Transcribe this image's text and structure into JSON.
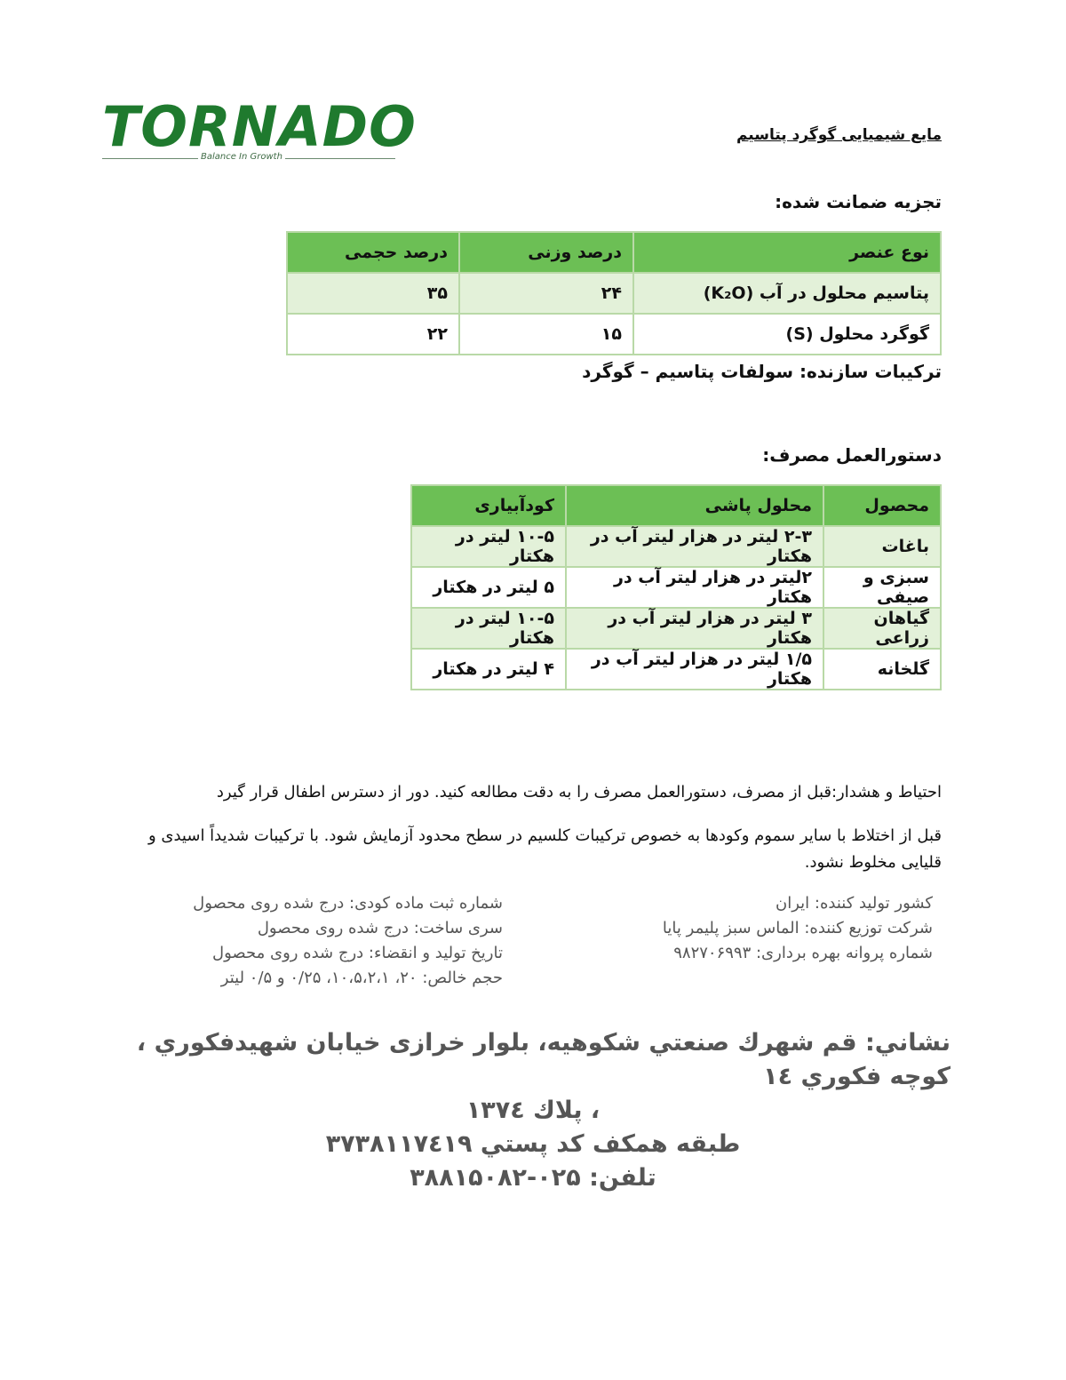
{
  "logo": {
    "word": "TORNADO",
    "tagline": "Balance In Growth"
  },
  "doc_title": "مایع شیمیایی گوگرد پتاسیم",
  "analysis": {
    "heading": "تجزیه ضمانت شده:",
    "headers": [
      "نوع عنصر",
      "درصد وزنی",
      "درصد حجمی"
    ],
    "rows": [
      [
        "پتاسیم محلول در آب (K₂O)",
        "۲۴",
        "۳۵"
      ],
      [
        "گوگرد محلول (S)",
        "۱۵",
        "۲۲"
      ]
    ]
  },
  "ingredients": "ترکیبات سازنده: سولفات پتاسیم – گوگرد",
  "usage": {
    "heading": "دستورالعمل مصرف:",
    "headers": [
      "محصول",
      "محلول پاشی",
      "کودآبیاری"
    ],
    "rows": [
      [
        "باغات",
        "۲-۳ لیتر در هزار لیتر آب در هکتار",
        "۱۰-۵ لیتر در هکتار"
      ],
      [
        "سبزی و صیفی",
        "۲لیتر در هزار لیتر آب در هکتار",
        "۵ لیتر در هکتار"
      ],
      [
        "گیاهان زراعی",
        "۳ لیتر در هزار لیتر آب در هکتار",
        "۱۰-۵ لیتر در هکتار"
      ],
      [
        "گلخانه",
        "۱/۵ لیتر در هزار لیتر آب در هکتار",
        "۴ لیتر در هکتار"
      ]
    ]
  },
  "warning": {
    "line1": "احتیاط و هشدار:قبل از مصرف، دستورالعمل مصرف را به دقت مطالعه کنید. دور از دسترس اطفال قرار گیرد",
    "line2": "قبل از اختلاط با سایر سموم وکودها به خصوص ترکیبات کلسیم در سطح محدود آزمایش شود. با ترکیبات شدیداً اسیدی و قلیایی مخلوط نشود."
  },
  "info_right": [
    "کشور تولید کننده: ایران",
    "شرکت توزیع کننده: الماس سبز پلیمر پایا",
    "شماره پروانه بهره برداری: ۹۸۲۷۰۶۹۹۳"
  ],
  "info_left": [
    "شماره ثبت ماده کودی: درج شده روی محصول",
    "سری ساخت: درج شده روی محصول",
    "تاریخ تولید و انقضاء: درج شده روی محصول",
    "حجم خالص: ۲۰، ۱۰،۵،۲،۱، ۰/۲۵ و ۰/۵ لیتر"
  ],
  "address": {
    "line1": "نشاني: قم شهرك صنعتي شكوهيه، بلوار خرازی خيابان شهيدفكوري ، كوچه فكوري ١٤",
    "line2": "، پلاك ١٣٧٤",
    "line3": "طبقه همكف كد پستي ٣٧٣٨١١٧٤١٩",
    "line4": "تلفن: ۰۲۵-۳۸۸۱۵۰۸۲"
  }
}
